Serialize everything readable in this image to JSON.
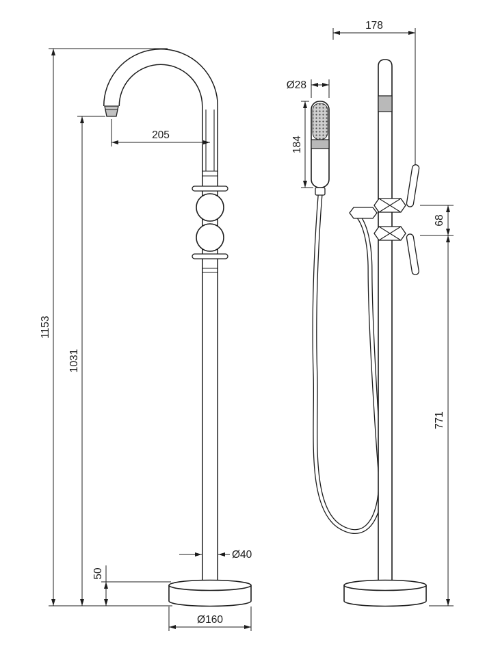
{
  "front_view": {
    "total_height": "1153",
    "spout_height": "1031",
    "spout_reach": "205",
    "base_height": "50",
    "pipe_diameter": "Ø40",
    "base_diameter": "Ø160"
  },
  "side_view": {
    "overall_depth": "178",
    "handshower_diameter": "Ø28",
    "handshower_length": "184",
    "valve_spacing": "68",
    "valve_height": "771"
  }
}
